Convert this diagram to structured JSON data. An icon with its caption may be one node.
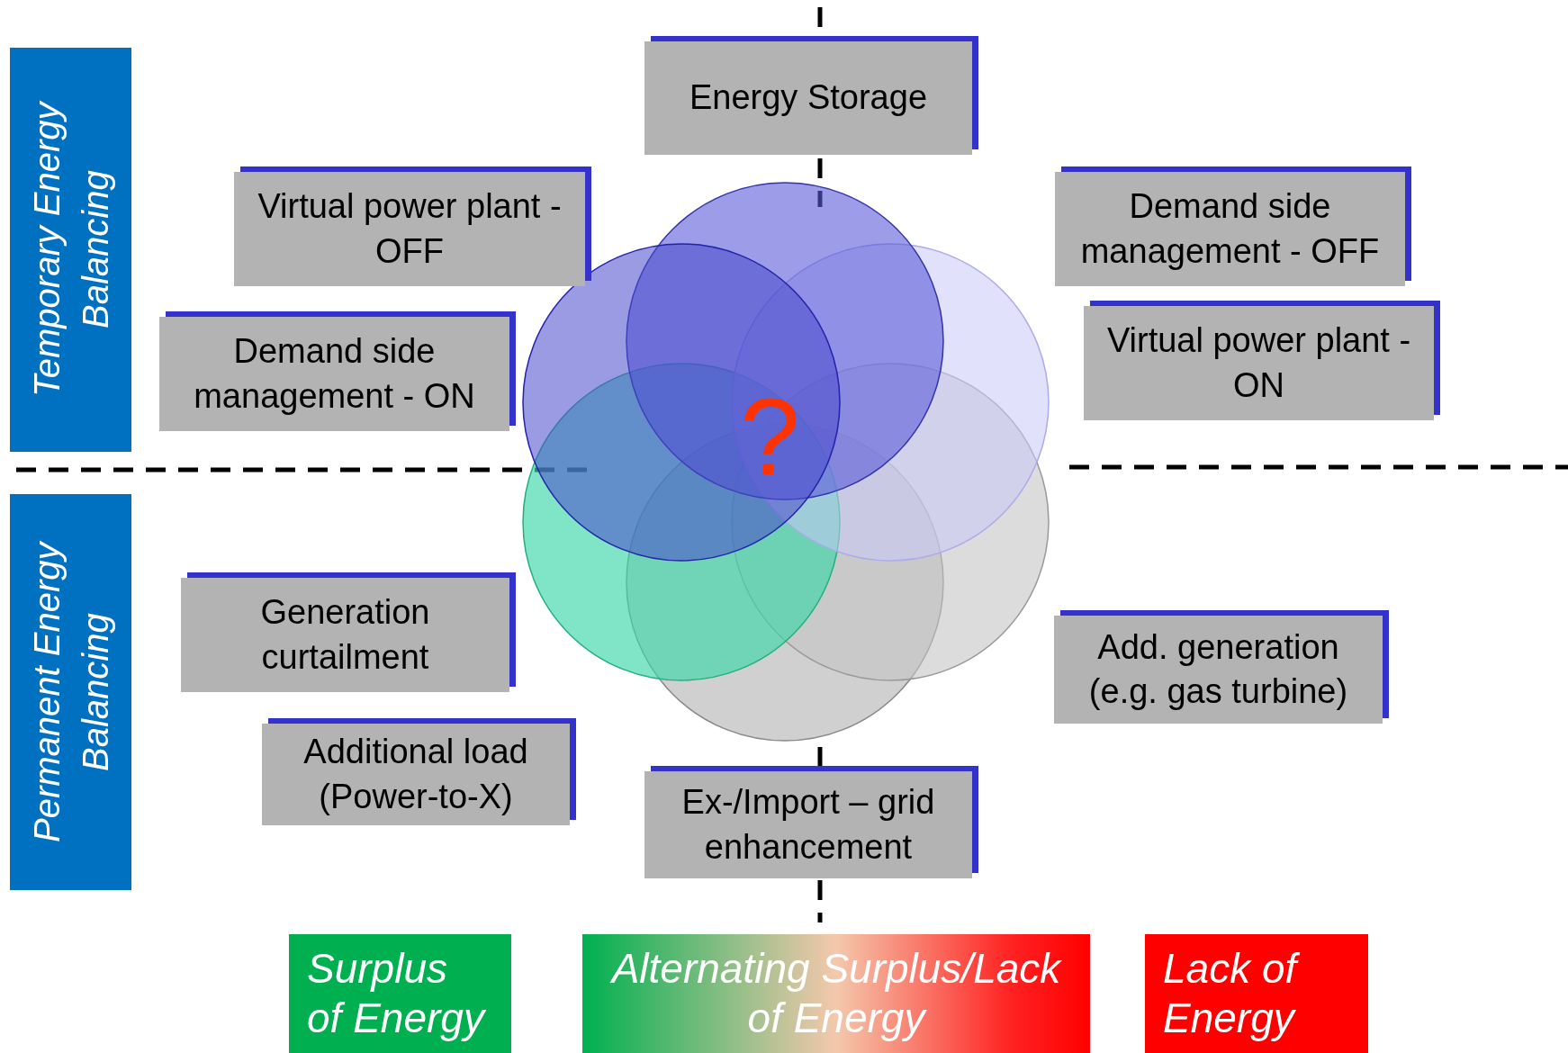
{
  "diagram": {
    "nodes": [
      {
        "text": [
          "Temporary Energy Balancing"
        ]
      },
      {
        "text": [
          "Permanent Energy Balancing"
        ]
      },
      {
        "text": [
          "Energy Storage"
        ]
      },
      {
        "text": [
          "Virtual power plant - OFF"
        ]
      },
      {
        "text": [
          "Demand side management - ON"
        ]
      },
      {
        "text": [
          "Demand side management - OFF"
        ]
      },
      {
        "text": [
          "Virtual power plant - ON"
        ]
      },
      {
        "text": [
          "Generation curtailment"
        ]
      },
      {
        "text": [
          "Additional load (Power-to-X)"
        ]
      },
      {
        "text": [
          "Add. generation (e.g. gas turbine)"
        ]
      },
      {
        "text": [
          "Ex-/Import – grid enhancement"
        ]
      },
      {
        "text": [
          "Surplus of Energy"
        ]
      },
      {
        "text": [
          "Alternating Surplus/Lack of Energy"
        ]
      },
      {
        "text": [
          "Lack of Energy"
        ]
      }
    ],
    "labels": [
      "?"
    ]
  }
}
